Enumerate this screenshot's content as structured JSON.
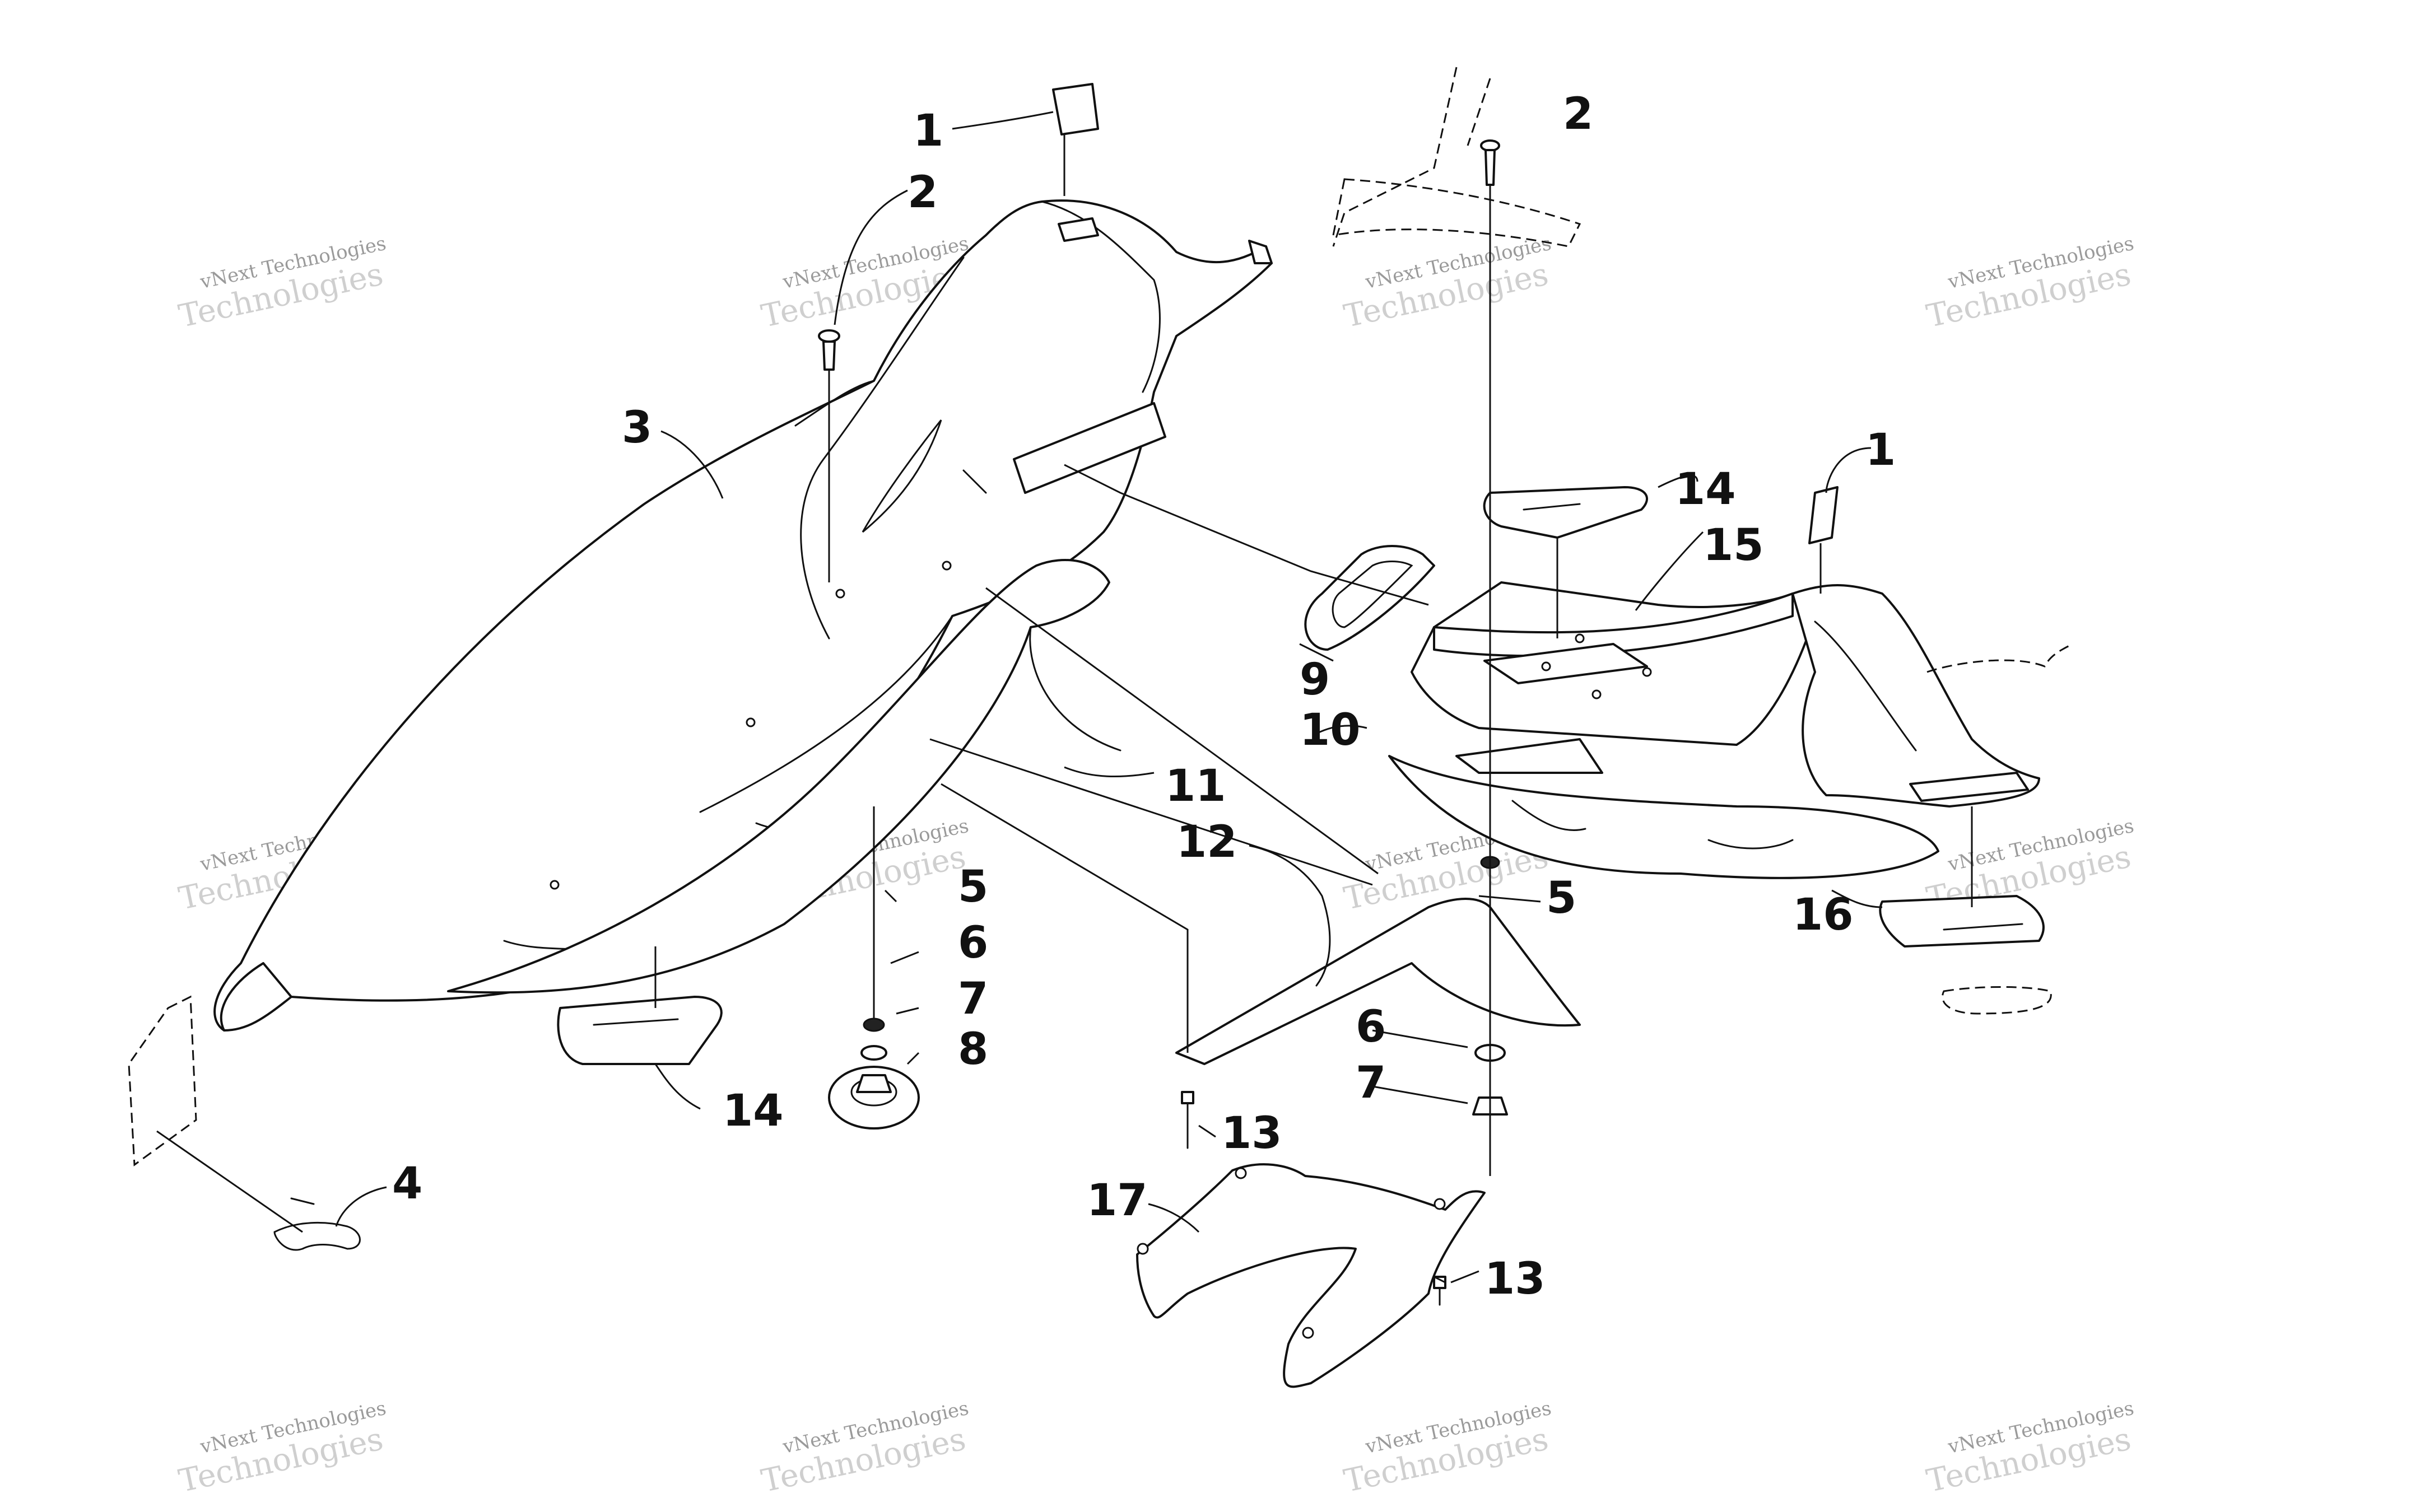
{
  "diagram": {
    "background": "#ffffff",
    "line_color": "#111111",
    "callouts": [
      "1",
      "2",
      "3",
      "14",
      "15",
      "9",
      "10",
      "11",
      "12",
      "5",
      "6",
      "7",
      "8",
      "4",
      "13",
      "17",
      "16"
    ],
    "watermark": {
      "line1": "vNext Technologies",
      "line2": "Technologies"
    }
  }
}
